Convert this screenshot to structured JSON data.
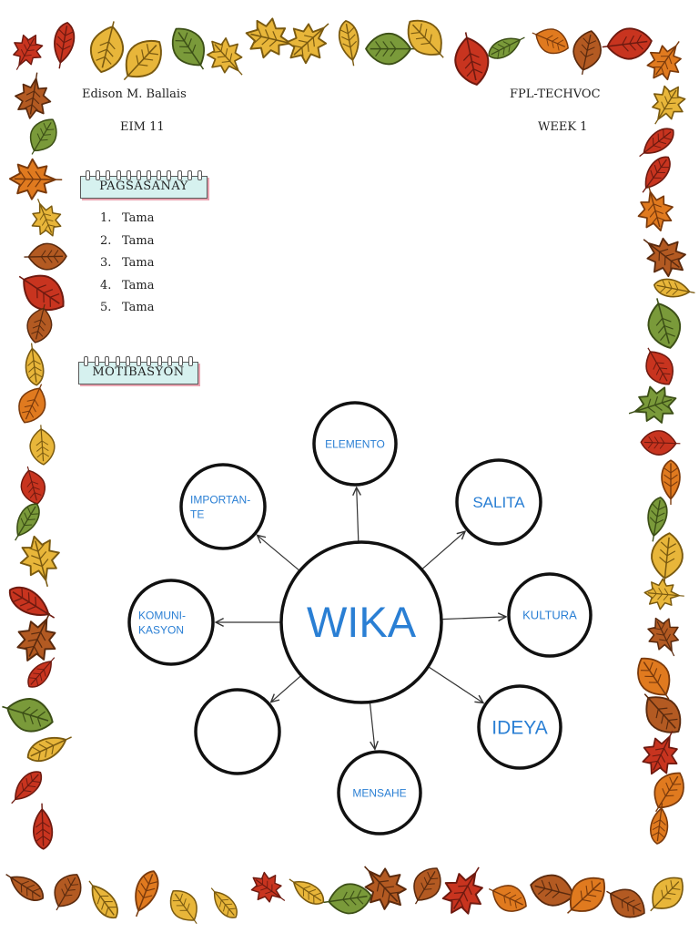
{
  "header": {
    "name": "Edison M. Ballais",
    "subject": "EIM 11",
    "strand": "FPL-TECHVOC",
    "week": "WEEK 1"
  },
  "sections": {
    "pagsasanay": "PAGSASANAY",
    "motibasyon": "MOTIBASYON"
  },
  "answers": [
    {
      "num": "1.",
      "text": "Tama"
    },
    {
      "num": "2.",
      "text": "Tama"
    },
    {
      "num": "3.",
      "text": "Tama"
    },
    {
      "num": "4.",
      "text": "Tama"
    },
    {
      "num": "5.",
      "text": "Tama"
    }
  ],
  "concept_map": {
    "center": "WIKA",
    "nodes": [
      {
        "id": "elemento",
        "lines": [
          "ELEMENTO"
        ]
      },
      {
        "id": "salita",
        "lines": [
          "SALITA"
        ]
      },
      {
        "id": "kultura",
        "lines": [
          "KULTURA"
        ]
      },
      {
        "id": "ideya",
        "lines": [
          "IDEYA"
        ]
      },
      {
        "id": "mensahe",
        "lines": [
          "MENSAHE"
        ]
      },
      {
        "id": "blank",
        "lines": []
      },
      {
        "id": "komunikasyon",
        "lines": [
          "KOMUNI-",
          "KASYON"
        ]
      },
      {
        "id": "importante",
        "lines": [
          "IMPORTAN-",
          "TE"
        ]
      }
    ]
  },
  "colors": {
    "label": "#2a7fd4",
    "banner_fill": "#d6f1ef",
    "banner_shadow": "#e9a3b0",
    "leaf_red": "#c8341f",
    "leaf_orange": "#e07a1f",
    "leaf_yellow": "#e8b63a",
    "leaf_green": "#7a9a3a",
    "leaf_brown": "#b35a22"
  }
}
